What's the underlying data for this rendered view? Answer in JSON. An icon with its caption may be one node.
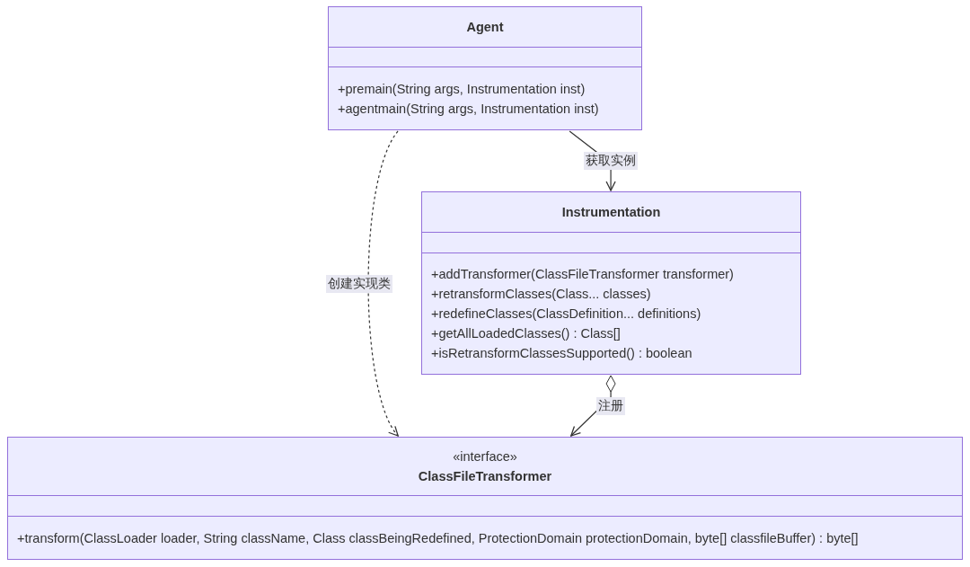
{
  "diagram": {
    "nodes": [
      {
        "text": [
          "Agent",
          "+premain(String args, Instrumentation inst)",
          "+agentmain(String args, Instrumentation inst)"
        ]
      },
      {
        "text": [
          "Instrumentation",
          "+addTransformer(ClassFileTransformer transformer)",
          "+retransformClasses(Class... classes)",
          "+redefineClasses(ClassDefinition... definitions)",
          "+getAllLoadedClasses() : Class[]",
          "+isRetransformClassesSupported() : boolean"
        ]
      },
      {
        "text": [
          "«interface»",
          "ClassFileTransformer",
          "+transform(ClassLoader loader, String className, Class classBeingRedefined, ProtectionDomain protectionDomain, byte[] classfileBuffer) : byte[]"
        ]
      }
    ],
    "edges": [
      {
        "from": 0,
        "to": 1,
        "arrow": "to",
        "label": "获取实例"
      },
      {
        "from": 0,
        "to": 2,
        "arrow": "to",
        "label": "创建实现类",
        "style": "dashed"
      },
      {
        "from": 1,
        "to": 2,
        "arrow": "to",
        "label": "注册"
      }
    ]
  }
}
